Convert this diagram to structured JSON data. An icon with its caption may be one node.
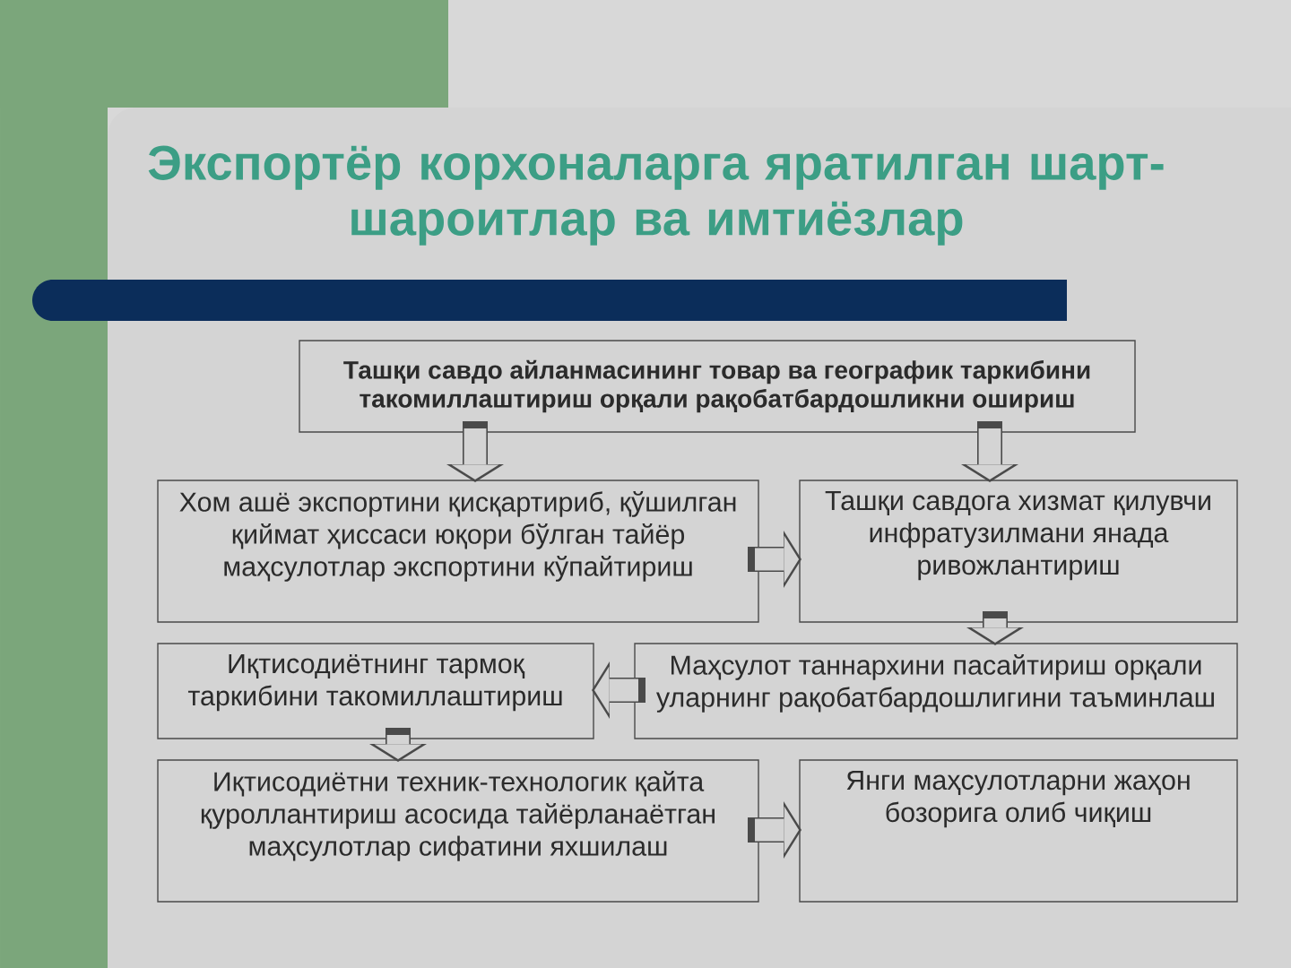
{
  "diagram": {
    "title": "Экспортёр корхоналарга яратилган шарт-шароитлар ва имтиёзлар",
    "nodes": [
      {
        "text": [
          "Ташқи савдо айланмасининг товар ва географик таркибини такомиллаштириш орқали рақобатбардошликни ошириш"
        ]
      },
      {
        "text": [
          "Хом ашё экспортини қисқартириб, қўшилган қиймат ҳиссаси юқори бўлган тайёр маҳсулотлар экспортини кўпайтириш"
        ]
      },
      {
        "text": [
          "Ташқи савдога хизмат қилувчи инфратузилмани янада ривожлантириш"
        ]
      },
      {
        "text": [
          "Иқтисодиётнинг тармоқ таркибини такомиллаштириш"
        ]
      },
      {
        "text": [
          "Маҳсулот таннархини пасайтириш орқали уларнинг рақобатбардошлигини таъминлаш"
        ]
      },
      {
        "text": [
          "Иқтисодиётни техник-технологик қайта қуроллантириш асосида тайёрланаётган маҳсулотлар сифатини яхшилаш"
        ]
      },
      {
        "text": [
          "Янги маҳсулотларни жаҳон бозорига олиб чиқиш"
        ]
      }
    ],
    "edges": [
      {
        "from": 0,
        "to": 1,
        "arrow": "to"
      },
      {
        "from": 0,
        "to": 2,
        "arrow": "to"
      },
      {
        "from": 1,
        "to": 2,
        "arrow": "to"
      },
      {
        "from": 2,
        "to": 4,
        "arrow": "to"
      },
      {
        "from": 4,
        "to": 3,
        "arrow": "to"
      },
      {
        "from": 3,
        "to": 5,
        "arrow": "to"
      },
      {
        "from": 5,
        "to": 6,
        "arrow": "to"
      }
    ]
  }
}
